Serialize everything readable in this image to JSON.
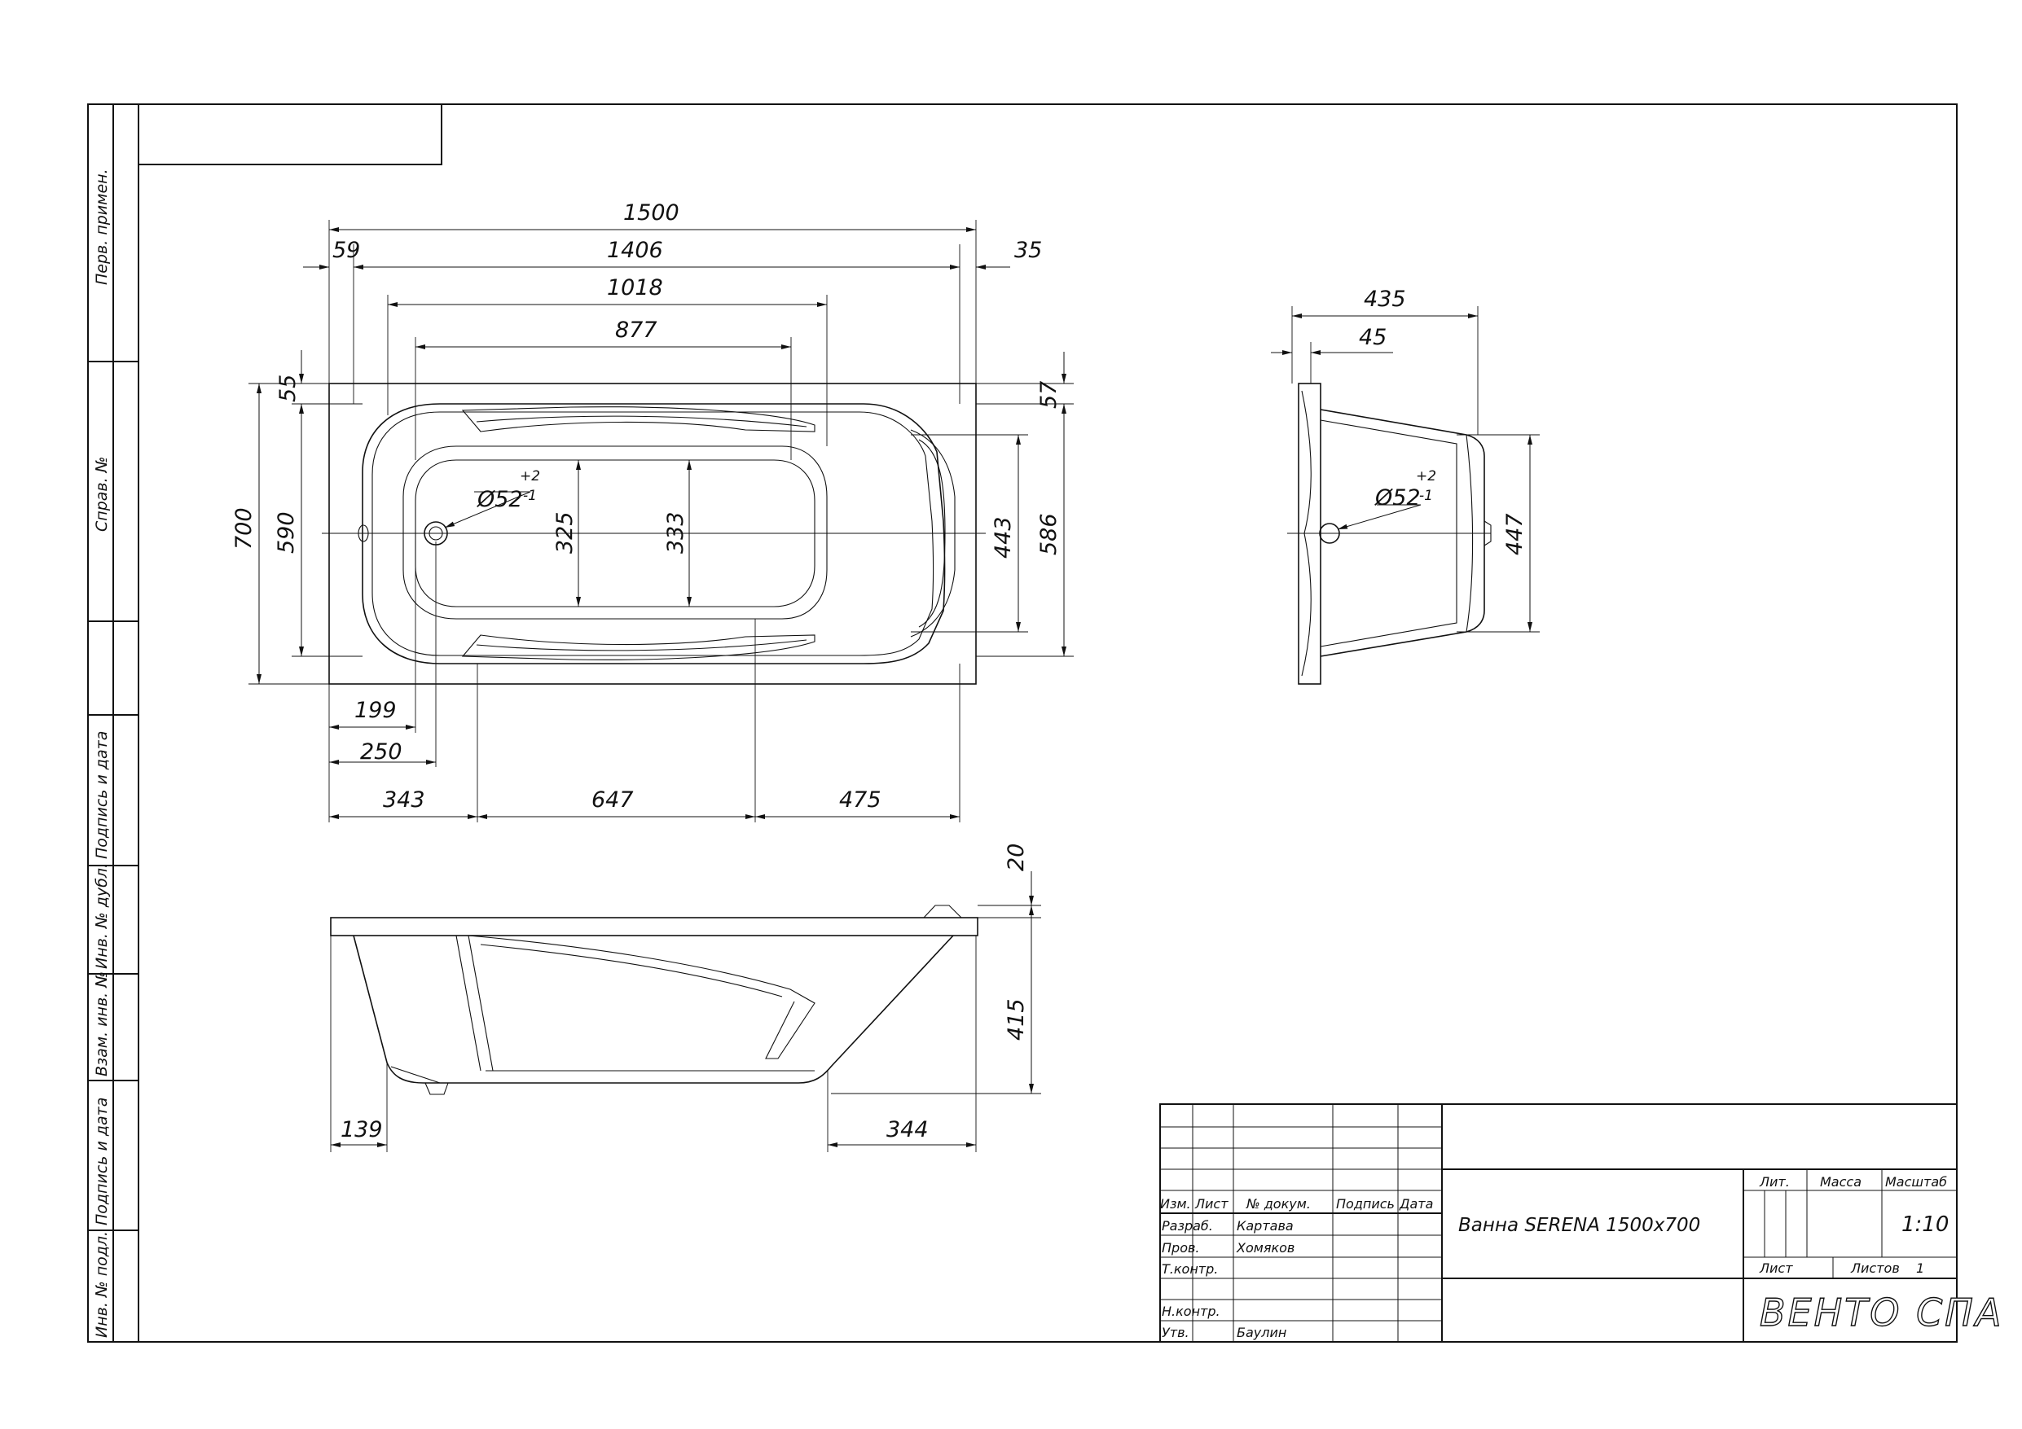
{
  "side_stamps": {
    "perv_primen": "Перв. примен.",
    "sprav_no": "Справ. №",
    "podpis_data_1": "Подпись и дата",
    "inv_dubl": "Инв. № дубл.",
    "vzam_inv": "Взам. инв. №",
    "podpis_data_2": "Подпись и дата",
    "inv_podl": "Инв. № подл."
  },
  "top_view": {
    "dims": {
      "overall_length": "1500",
      "rim_length": "1406",
      "offset_left": "59",
      "offset_right": "35",
      "inner_length": "1018",
      "bottom_length": "877",
      "offset_top": "55",
      "offset_top_right": "57",
      "overall_width": "700",
      "inner_width": "590",
      "bottom_width_left": "325",
      "bottom_width_right": "333",
      "width_right_443": "443",
      "width_right_586": "586",
      "drain_x": "199",
      "overflow_x": "250",
      "seg_343": "343",
      "seg_647": "647",
      "seg_475": "475"
    },
    "drain_diameter": "Ø52",
    "tol_upper": "+2",
    "tol_lower": "-1"
  },
  "end_view": {
    "dims": {
      "depth_435": "435",
      "rim_45": "45",
      "height_447": "447"
    },
    "drain_diameter": "Ø52",
    "tol_upper": "+2",
    "tol_lower": "-1"
  },
  "side_view": {
    "dims": {
      "rim_20": "20",
      "height_415": "415",
      "left_139": "139",
      "right_344": "344"
    }
  },
  "title_block": {
    "headers": {
      "izm": "Изм.",
      "list": "Лист",
      "n_dokum": "№ докум.",
      "podpis": "Подпись",
      "data": "Дата"
    },
    "rows": [
      {
        "role": "Разраб.",
        "name": "Картава"
      },
      {
        "role": "Пров.",
        "name": "Хомяков"
      },
      {
        "role": "Т.контр.",
        "name": ""
      },
      {
        "role": "",
        "name": ""
      },
      {
        "role": "Н.контр.",
        "name": ""
      },
      {
        "role": "Утв.",
        "name": "Баулин"
      }
    ],
    "product_name": "Ванна SERENA 1500x700",
    "lit_label": "Лит.",
    "massa_label": "Масса",
    "masshtab_label": "Масштаб",
    "scale": "1:10",
    "list_label": "Лист",
    "listov_label": "Листов",
    "listov_value": "1",
    "company": "ВЕНТО СПА"
  }
}
